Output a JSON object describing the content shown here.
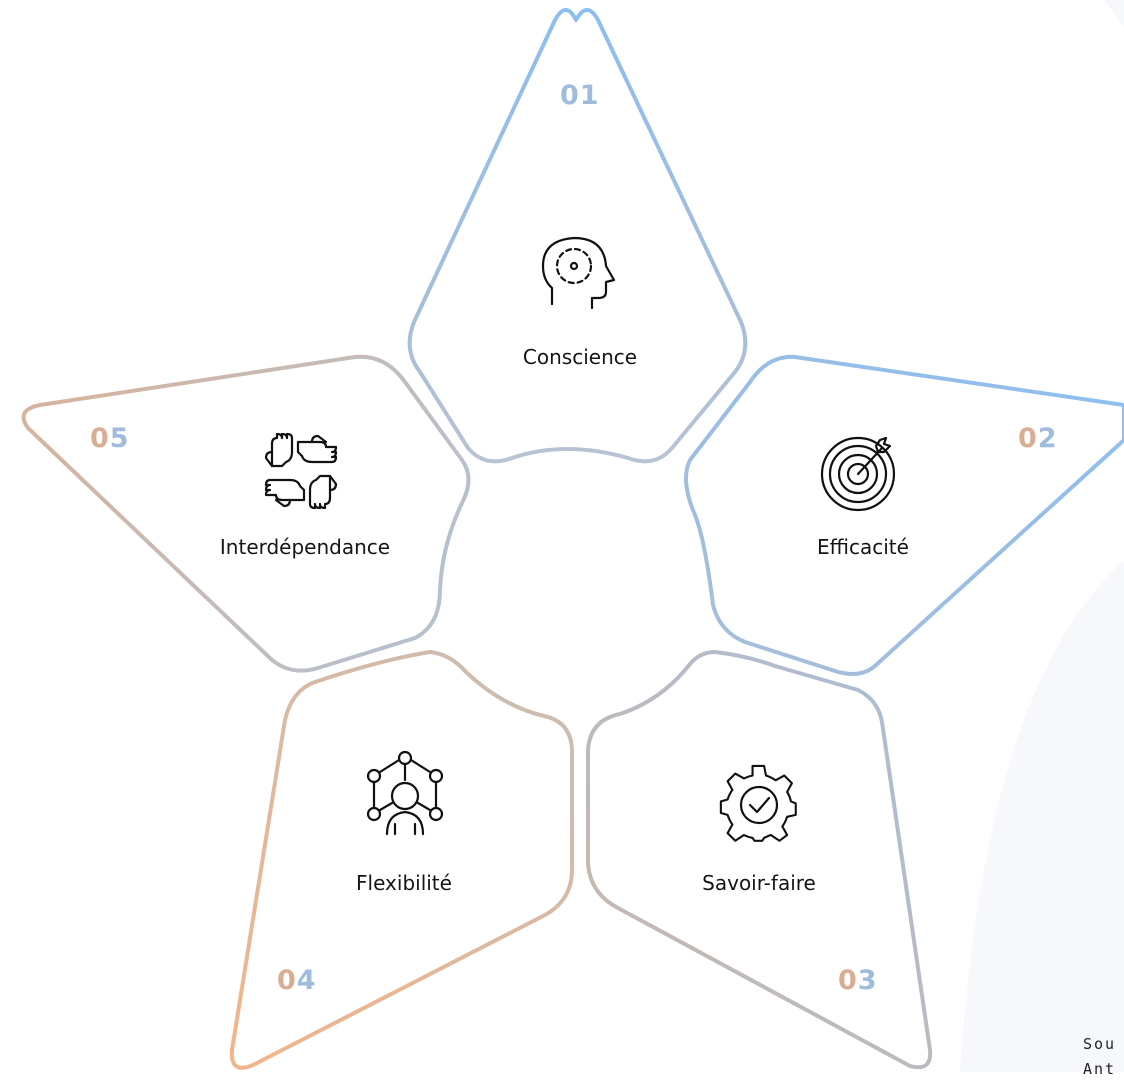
{
  "colors": {
    "blue": "#8dbef0",
    "blue_grey": "#a8bed8",
    "tan": "#d4b49e",
    "orange": "#f2b58a",
    "number_tan": "#d9ad92",
    "number_blue": "#9fbcdc",
    "label_text": "#151515"
  },
  "segments": [
    {
      "number": "01",
      "label": "Conscience",
      "icon": "head-focus-icon"
    },
    {
      "number": "02",
      "label": "Efficacité",
      "icon": "target-arrow-icon"
    },
    {
      "number": "03",
      "label": "Savoir-faire",
      "icon": "gear-check-icon"
    },
    {
      "number": "04",
      "label": "Flexibilité",
      "icon": "person-network-icon"
    },
    {
      "number": "05",
      "label": "Interdépendance",
      "icon": "hands-stacked-icon"
    }
  ],
  "footer": {
    "line1": "Sou",
    "line2": "Ant"
  }
}
